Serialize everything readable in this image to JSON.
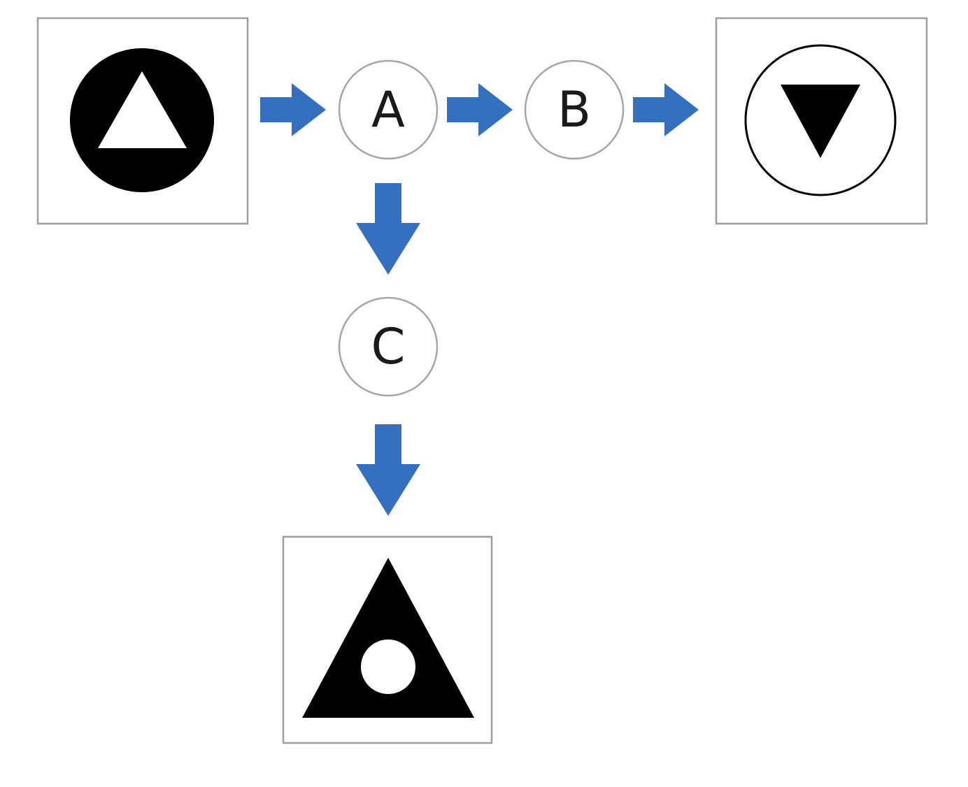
{
  "colors": {
    "arrow": "#3470bf",
    "box_border": "#9e9e9e",
    "node_border": "#a6a6a6",
    "shape_fill": "#000000",
    "background": "#ffffff"
  },
  "boxes": {
    "input": {
      "icon": "black-circle-with-white-up-triangle-icon"
    },
    "output_b": {
      "icon": "white-circle-with-black-down-triangle-icon"
    },
    "output_c": {
      "icon": "black-triangle-with-white-circle-icon"
    }
  },
  "nodes": {
    "a": {
      "label": "A"
    },
    "b": {
      "label": "B"
    },
    "c": {
      "label": "C"
    }
  },
  "arrows": [
    {
      "from": "input",
      "to": "a",
      "direction": "right"
    },
    {
      "from": "a",
      "to": "b",
      "direction": "right"
    },
    {
      "from": "b",
      "to": "output_b",
      "direction": "right"
    },
    {
      "from": "a",
      "to": "c",
      "direction": "down"
    },
    {
      "from": "c",
      "to": "output_c",
      "direction": "down"
    }
  ]
}
